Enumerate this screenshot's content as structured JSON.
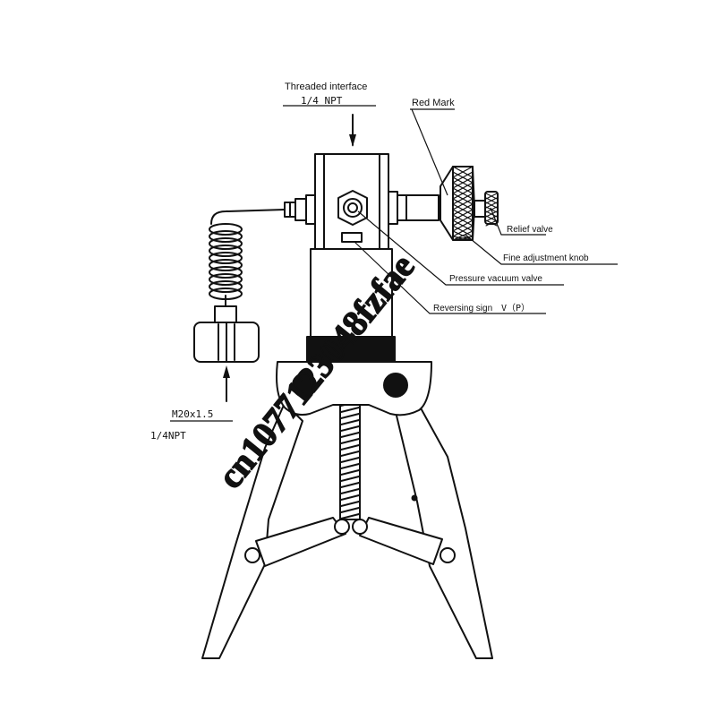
{
  "labels": {
    "threaded_interface": "Threaded interface",
    "npt_top": "1/4 NPT",
    "red_mark": "Red Mark",
    "relief_valve": "Relief valve",
    "fine_adjustment_knob": "Fine adjustment knob",
    "pressure_vacuum_valve": "Pressure vacuum valve",
    "reversing_sign": "Reversing sign",
    "reversing_sign_symbol": "V（P）",
    "m20": "M20x1.5",
    "npt_bottom": "1/4NPT"
  },
  "watermark": "cn1077123048fzfae",
  "colors": {
    "ink": "#111111",
    "background": "#ffffff"
  }
}
